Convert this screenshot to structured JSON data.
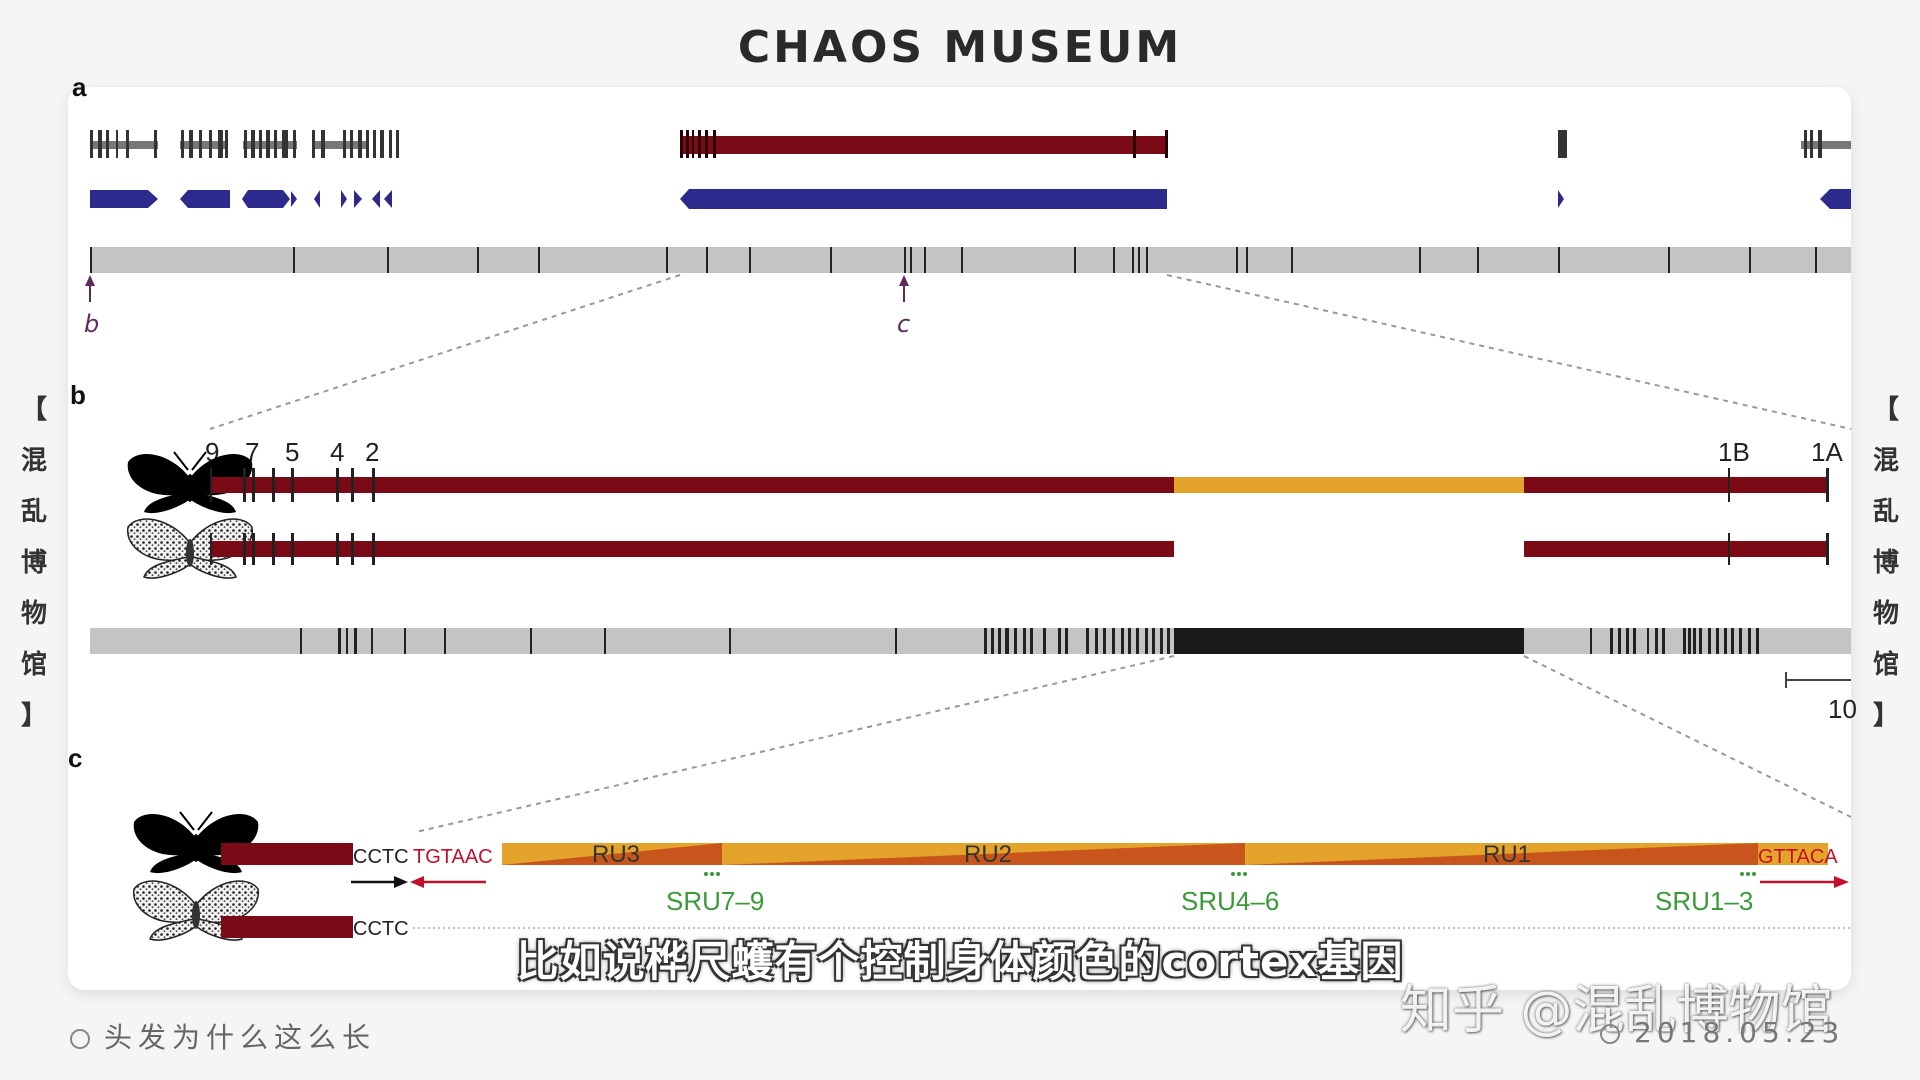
{
  "header": {
    "title": "CHAOS MUSEUM"
  },
  "side_label": {
    "chars": [
      "【",
      "混",
      "乱",
      "博",
      "物",
      "馆",
      "】"
    ]
  },
  "figure": {
    "panel_labels": {
      "a": "a",
      "b": "b",
      "c": "c"
    },
    "arrow_labels": {
      "b": "b",
      "c": "c"
    },
    "exon_labels": [
      "9",
      "7",
      "5",
      "4",
      "2",
      "1B",
      "1A"
    ],
    "scale_label": "10",
    "seq_dark_left": "CCTC",
    "seq_dark_red": "TGTAAC",
    "seq_pale_left": "CCTC",
    "seq_dark_right": "GTTACA",
    "repeat_units": [
      "RU3",
      "RU2",
      "RU1"
    ],
    "sub_repeat_units": [
      "SRU7–9",
      "SRU4–6",
      "SRU1–3"
    ],
    "colors": {
      "gene_red": "#7a0a16",
      "gene_blue": "#2d2a8e",
      "te_orange": "#e4a42c",
      "te_dark_orange": "#c8561c",
      "sru_green": "#3a9a3a",
      "arrow_purple": "#5c2a5c",
      "axis_gray": "#c4c4c4"
    },
    "icons": [
      "moth-dark-icon",
      "moth-pale-icon"
    ]
  },
  "overlay": {
    "subtitle": "比如说桦尺蠖有个控制身体颜色的cortex基因",
    "watermark": "知乎 @混乱博物馆"
  },
  "footer": {
    "left_text": "头发为什么这么长",
    "right_text": "2018.05.23"
  }
}
